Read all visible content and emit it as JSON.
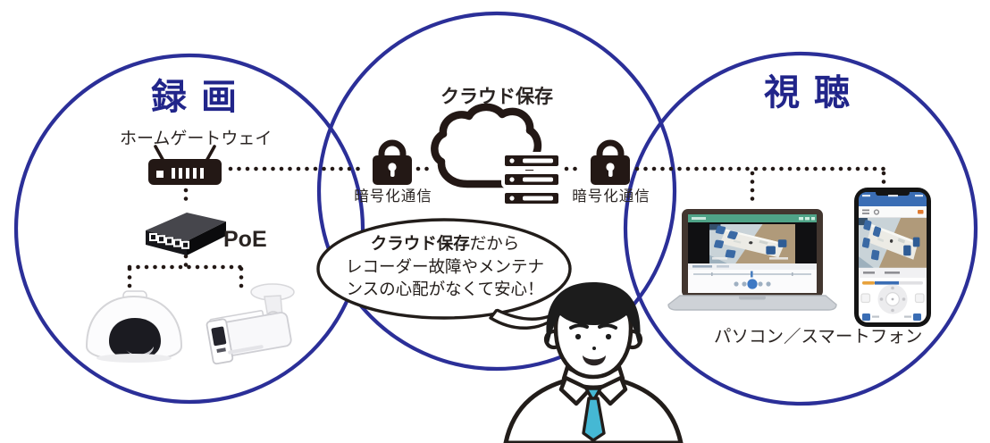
{
  "diagram": {
    "left_circle": {
      "title": "録画",
      "gateway_label": "ホームゲートウェイ",
      "poe_label": "PoE"
    },
    "cloud_circle": {
      "title": "クラウド保存",
      "encryption_left": "暗号化通信",
      "encryption_right": "暗号化通信"
    },
    "right_circle": {
      "title": "視聴",
      "devices_label": "パソコン／スマートフォン"
    },
    "speech_bubble": {
      "line1_bold": "クラウド保存",
      "line1_rest": "だから",
      "line2": "レコーダー故障やメンテナ",
      "line3": "ンスの心配がなくて安心！"
    },
    "colors": {
      "circle_stroke": "#2b2f98",
      "title_navy": "#21258a",
      "ink_black": "#231815",
      "tie_cyan": "#45b8d4",
      "laptop_bar_green": "#4fa387",
      "phone_bar_blue": "#3a6db4",
      "chair_blue": "#3a69a4"
    }
  }
}
